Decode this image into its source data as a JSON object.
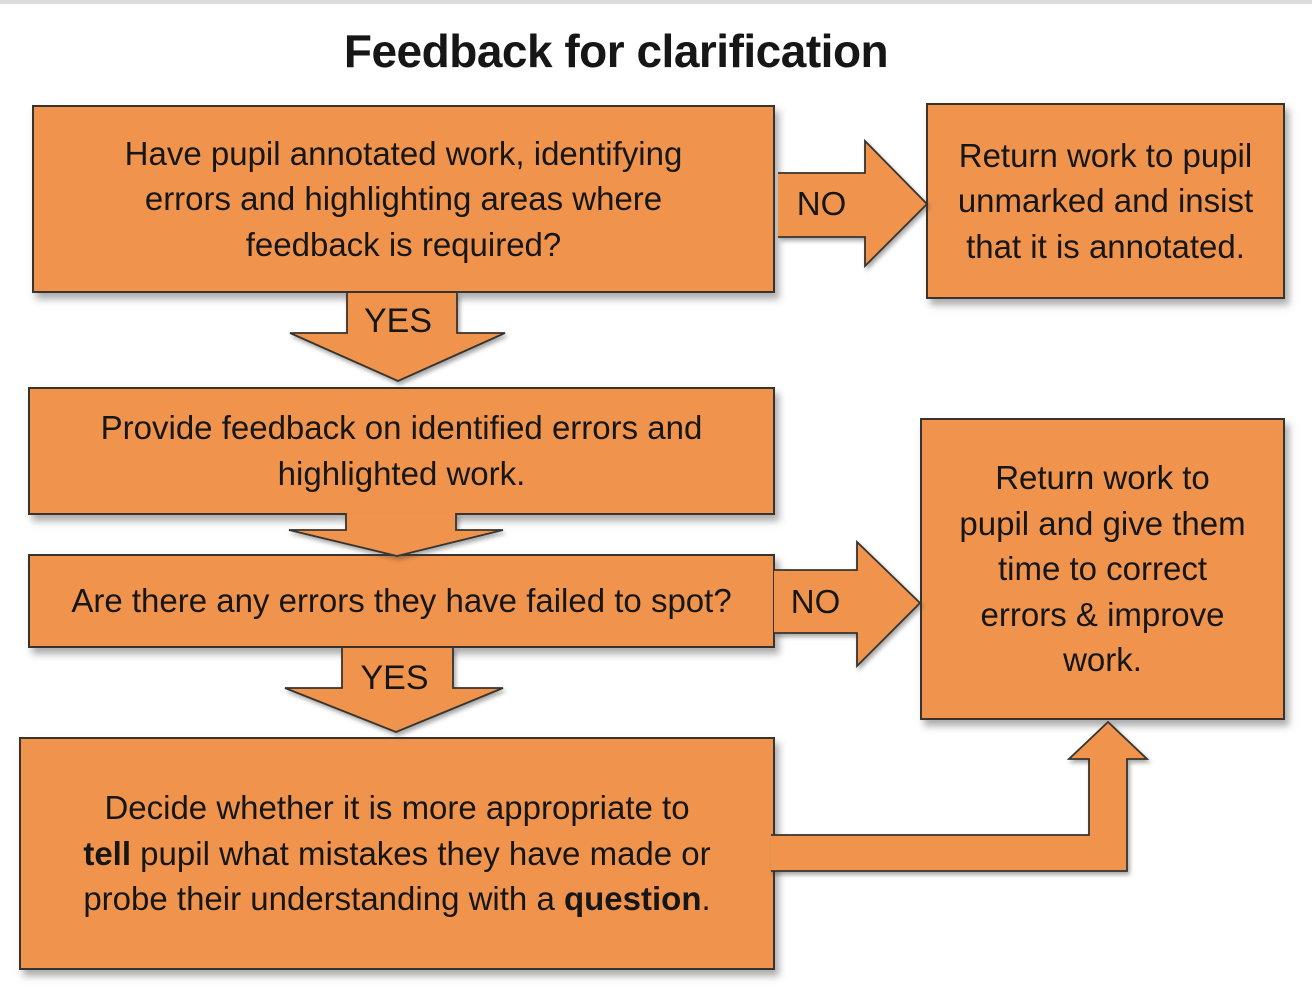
{
  "title": "Feedback for clarification",
  "colors": {
    "shape_fill": "#F0944D",
    "shape_outline": "#38332D",
    "text": "#161616",
    "top_edge": "#DCDCDE"
  },
  "boxes": {
    "annotated": {
      "text": "Have pupil annotated work, identifying errors and highlighting areas where feedback is required?"
    },
    "return_unmarked": {
      "text": "Return work to pupil unmarked and insist that it is annotated."
    },
    "provide_feedback": {
      "text": "Provide feedback on identified errors and highlighted work."
    },
    "errors_missed": {
      "text": "Are there any errors they have failed to spot?"
    },
    "return_correct": {
      "text": "Return work to pupil and give them time to correct errors & improve work."
    },
    "decide": {
      "segments": [
        {
          "text": "Decide whether it is more appropriate to ",
          "bold": false
        },
        {
          "text": "tell",
          "bold": true
        },
        {
          "text": " pupil what mistakes they have made or probe their understanding with a ",
          "bold": false
        },
        {
          "text": "question",
          "bold": true
        },
        {
          "text": ".",
          "bold": false
        }
      ]
    }
  },
  "labels": {
    "no_top": "NO",
    "yes_top": "YES",
    "no_bottom": "NO",
    "yes_bottom": "YES"
  }
}
